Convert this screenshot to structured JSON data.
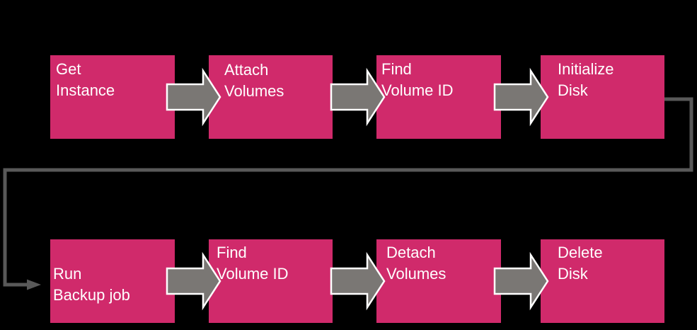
{
  "colors": {
    "node_fill": "#d02a6b",
    "node_text": "#ffffff",
    "block_arrow_fill": "#7a7774",
    "block_arrow_stroke": "#ffffff",
    "connector_color": "#595959",
    "canvas_bg": "#000000"
  },
  "flowchart": {
    "rows": [
      {
        "nodes": [
          {
            "label": "Get\nInstance"
          },
          {
            "label": "Attach\nVolumes"
          },
          {
            "label": "Find\nVolume ID"
          },
          {
            "label": "Initialize\nDisk"
          }
        ]
      },
      {
        "nodes": [
          {
            "label": "Run\nBackup job"
          },
          {
            "label": "Find\nVolume ID"
          },
          {
            "label": "Detach\nVolumes"
          },
          {
            "label": "Delete\nDisk"
          }
        ]
      }
    ],
    "icons": {
      "step_arrow": "right-block-arrow",
      "loop_arrow": "elbow-loop-arrow"
    }
  }
}
